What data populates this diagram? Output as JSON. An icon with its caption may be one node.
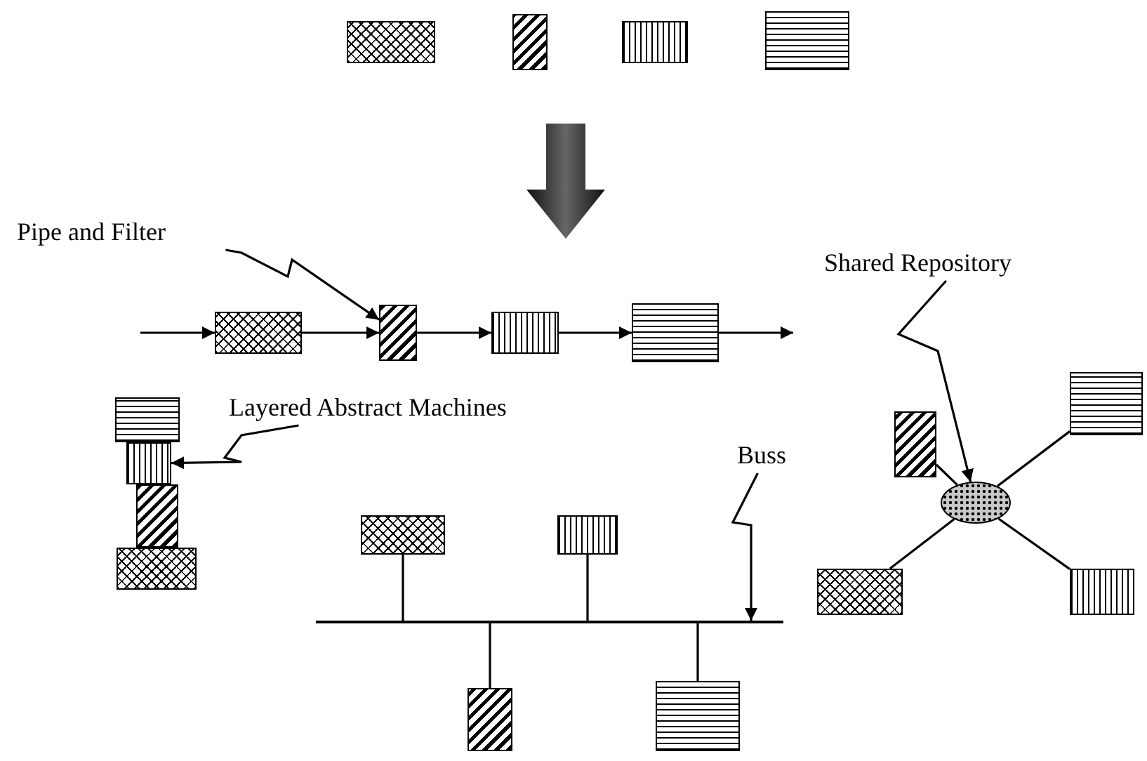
{
  "diagram": {
    "nodes": [
      {
        "text": [],
        "shape": "box"
      },
      {
        "text": [],
        "shape": "box"
      },
      {
        "text": [],
        "shape": "box"
      },
      {
        "text": [],
        "shape": "box"
      },
      {
        "text": [
          "Pipe and Filter"
        ]
      },
      {
        "text": [],
        "shape": "box"
      },
      {
        "text": [],
        "shape": "box"
      },
      {
        "text": [],
        "shape": "box"
      },
      {
        "text": [],
        "shape": "box"
      },
      {
        "text": [
          "Shared Repository"
        ]
      },
      {
        "text": [],
        "shape": "ellipse"
      },
      {
        "text": [],
        "shape": "box"
      },
      {
        "text": [],
        "shape": "box"
      },
      {
        "text": [],
        "shape": "box"
      },
      {
        "text": [],
        "shape": "box"
      },
      {
        "text": [
          "Layered Abstract Machines"
        ]
      },
      {
        "text": [],
        "shape": "box"
      },
      {
        "text": [],
        "shape": "box"
      },
      {
        "text": [],
        "shape": "box"
      },
      {
        "text": [],
        "shape": "box"
      },
      {
        "text": [
          "Buss"
        ]
      },
      {
        "text": [],
        "shape": "bar"
      },
      {
        "text": [],
        "shape": "box"
      },
      {
        "text": [],
        "shape": "box"
      },
      {
        "text": [],
        "shape": "box"
      },
      {
        "text": [],
        "shape": "box"
      }
    ],
    "edges": [
      {
        "from": null,
        "to": 5,
        "arrow": "to"
      },
      {
        "from": 5,
        "to": 6,
        "arrow": "to"
      },
      {
        "from": 6,
        "to": 7,
        "arrow": "to"
      },
      {
        "from": 7,
        "to": 8,
        "arrow": "to"
      },
      {
        "from": 8,
        "to": null,
        "arrow": "to"
      },
      {
        "from": 4,
        "to": 6,
        "arrow": "to"
      },
      {
        "from": 9,
        "to": 10,
        "arrow": "to"
      },
      {
        "from": 10,
        "to": 11,
        "arrow": "none"
      },
      {
        "from": 10,
        "to": 12,
        "arrow": "none"
      },
      {
        "from": 10,
        "to": 13,
        "arrow": "none"
      },
      {
        "from": 10,
        "to": 14,
        "arrow": "none"
      },
      {
        "from": 15,
        "to": 17,
        "arrow": "to"
      },
      {
        "from": 20,
        "to": 21,
        "arrow": "to"
      },
      {
        "from": 22,
        "to": 21,
        "arrow": "none"
      },
      {
        "from": 23,
        "to": 21,
        "arrow": "none"
      },
      {
        "from": 21,
        "to": 24,
        "arrow": "none"
      },
      {
        "from": 21,
        "to": 25,
        "arrow": "none"
      }
    ]
  }
}
